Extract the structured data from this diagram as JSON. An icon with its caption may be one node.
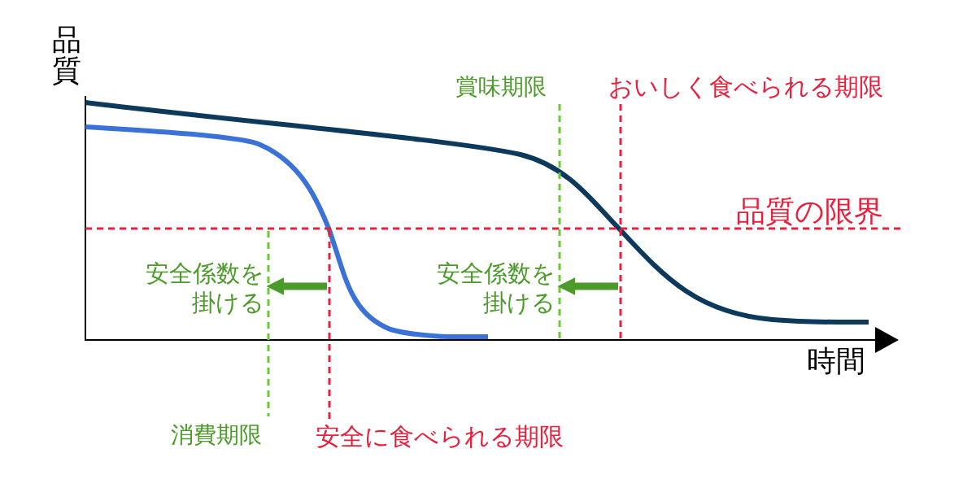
{
  "diagram": {
    "nodes": [
      {
        "text": [
          "安全係数を掛ける"
        ]
      },
      {
        "text": [
          "安全係数を掛ける"
        ]
      }
    ],
    "edges": [
      {
        "from": null,
        "to": 0,
        "arrow": "to"
      },
      {
        "from": null,
        "to": 1,
        "arrow": "to"
      }
    ],
    "labels": [
      "品質",
      "賞味期限",
      "おいしく食べられる期限",
      "品質の限界",
      "時間",
      "消費期限",
      "安全に食べられる期限"
    ]
  }
}
